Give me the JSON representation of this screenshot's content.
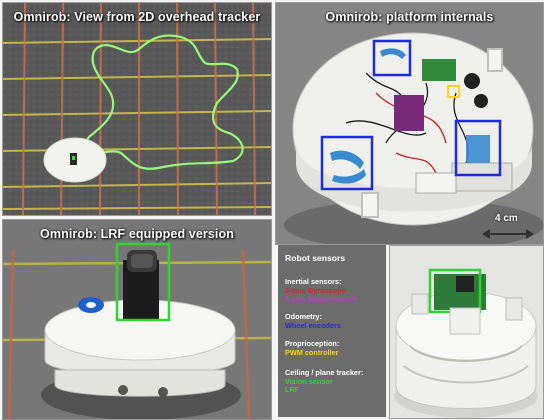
{
  "panels": {
    "tracker": {
      "title": "Omnirob: View from 2D overhead tracker"
    },
    "internals": {
      "title": "Omnirob: platform internals",
      "scale_label": "4 cm"
    },
    "lrf": {
      "title": "Omnirob: LRF equipped version"
    }
  },
  "legend": {
    "title": "Robot sensors",
    "inertial": {
      "label": "Inertial sensors:",
      "items": [
        "3-axis Gyroscope",
        "3-axis Magnetometer"
      ]
    },
    "odometry": {
      "label": "Odometry:",
      "items": [
        "Wheel encoders"
      ]
    },
    "proprio": {
      "label": "Proprioception:",
      "items": [
        "PWM controller"
      ]
    },
    "ceiling": {
      "label": "Ceiling / plane tracker:",
      "items": [
        "Vision sensor",
        "LRF"
      ]
    }
  },
  "colors": {
    "gyro": "#e0202a",
    "magnetometer": "#c23cc8",
    "encoders": "#2a2ad6",
    "pwm": "#ffd21a",
    "vision": "#33d233",
    "box_blue": "#1f2ad8",
    "box_yellow": "#ffd21a",
    "box_green": "#33d233",
    "path": "#7cff5a"
  }
}
